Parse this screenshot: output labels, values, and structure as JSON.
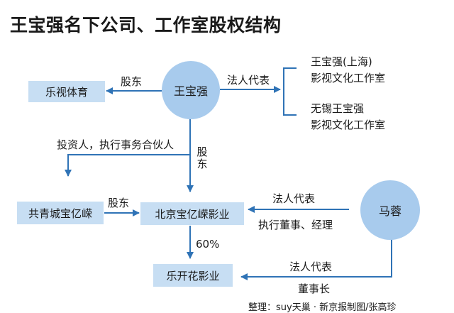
{
  "title": "王宝强名下公司、工作室股权结构",
  "nodes": {
    "wang_baoqiang": "王宝强",
    "ma_rong": "马蓉",
    "leshi_tiyu": "乐视体育",
    "gongqingcheng": "共青城宝亿嵘",
    "beijing": "北京宝亿嵘影业",
    "lekaihua": "乐开花影业",
    "studio_shanghai_line1": "王宝强(上海)",
    "studio_shanghai_line2": "影视文化工作室",
    "studio_wuxi_line1": "无锡王宝强",
    "studio_wuxi_line2": "影视文化工作室"
  },
  "labels": {
    "shareholder_leshi": "股东",
    "legal_rep_top": "法人代表",
    "investor": "投资人，执行事务合伙人",
    "shareholder_vertical": "股东",
    "shareholder_gongqing": "股东",
    "legal_rep_ma": "法人代表",
    "exec_director": "执行董事、经理",
    "percent": "60%",
    "legal_rep_ma_2": "法人代表",
    "chairman": "董事长"
  },
  "footer": "整理：suy天巢 · 新京报制图/张高珍"
}
